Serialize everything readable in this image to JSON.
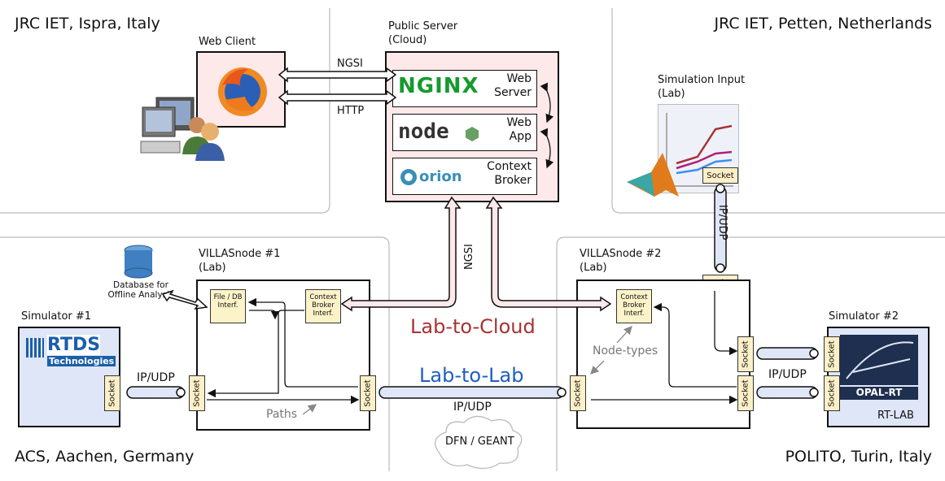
{
  "regions": {
    "ispra": "JRC IET, Ispra, Italy",
    "petten": "JRC IET, Petten, Netherlands",
    "aachen": "ACS, Aachen, Germany",
    "turin": "POLITO, Turin, Italy"
  },
  "web_client": {
    "label": "Web Client"
  },
  "public_server": {
    "label_line1": "Public Server",
    "label_line2": "(Cloud)",
    "services": [
      {
        "logo": "NGINX",
        "name_line1": "Web",
        "name_line2": "Server"
      },
      {
        "logo": "node",
        "name_line1": "Web",
        "name_line2": "App"
      },
      {
        "logo": "orion",
        "name_line1": "Context",
        "name_line2": "Broker"
      }
    ]
  },
  "links": {
    "ngsi_top": "NGSI",
    "http": "HTTP",
    "ngsi_vertical": "NGSI",
    "ipudp_vertical": "IP/UDP",
    "ipudp_left": "IP/UDP",
    "ipudp_center": "IP/UDP",
    "ipudp_right": "IP/UDP"
  },
  "simulation_input": {
    "label_line1": "Simulation Input",
    "label_line2": "(Lab)"
  },
  "villas1": {
    "label_line1": "VILLASnode #1",
    "label_line2": "(Lab)",
    "file_db": "File / DB Interf.",
    "ctx_broker": "Context Broker Interf."
  },
  "villas2": {
    "label_line1": "VILLASnode #2",
    "label_line2": "(Lab)",
    "ctx_broker": "Context Broker Interf."
  },
  "database": {
    "label": "Database for Offline Analysis"
  },
  "simulator1": {
    "label": "Simulator #1",
    "logo_line1": "RTDS",
    "logo_line2": "Technologies"
  },
  "simulator2": {
    "label": "Simulator #2",
    "logo": "OPAL-RT",
    "sublabel": "RT-LAB"
  },
  "socket_label": "Socket",
  "lab_to_cloud": "Lab-to-Cloud",
  "lab_to_lab": "Lab-to-Lab",
  "network_cloud": "DFN / GEANT",
  "annotations": {
    "paths": "Paths",
    "node_types": "Node-types"
  },
  "colors": {
    "lab_to_cloud": "#a83232",
    "lab_to_lab": "#1f5fbf",
    "nginx": "#169a2d",
    "orion": "#3a8fb7"
  }
}
